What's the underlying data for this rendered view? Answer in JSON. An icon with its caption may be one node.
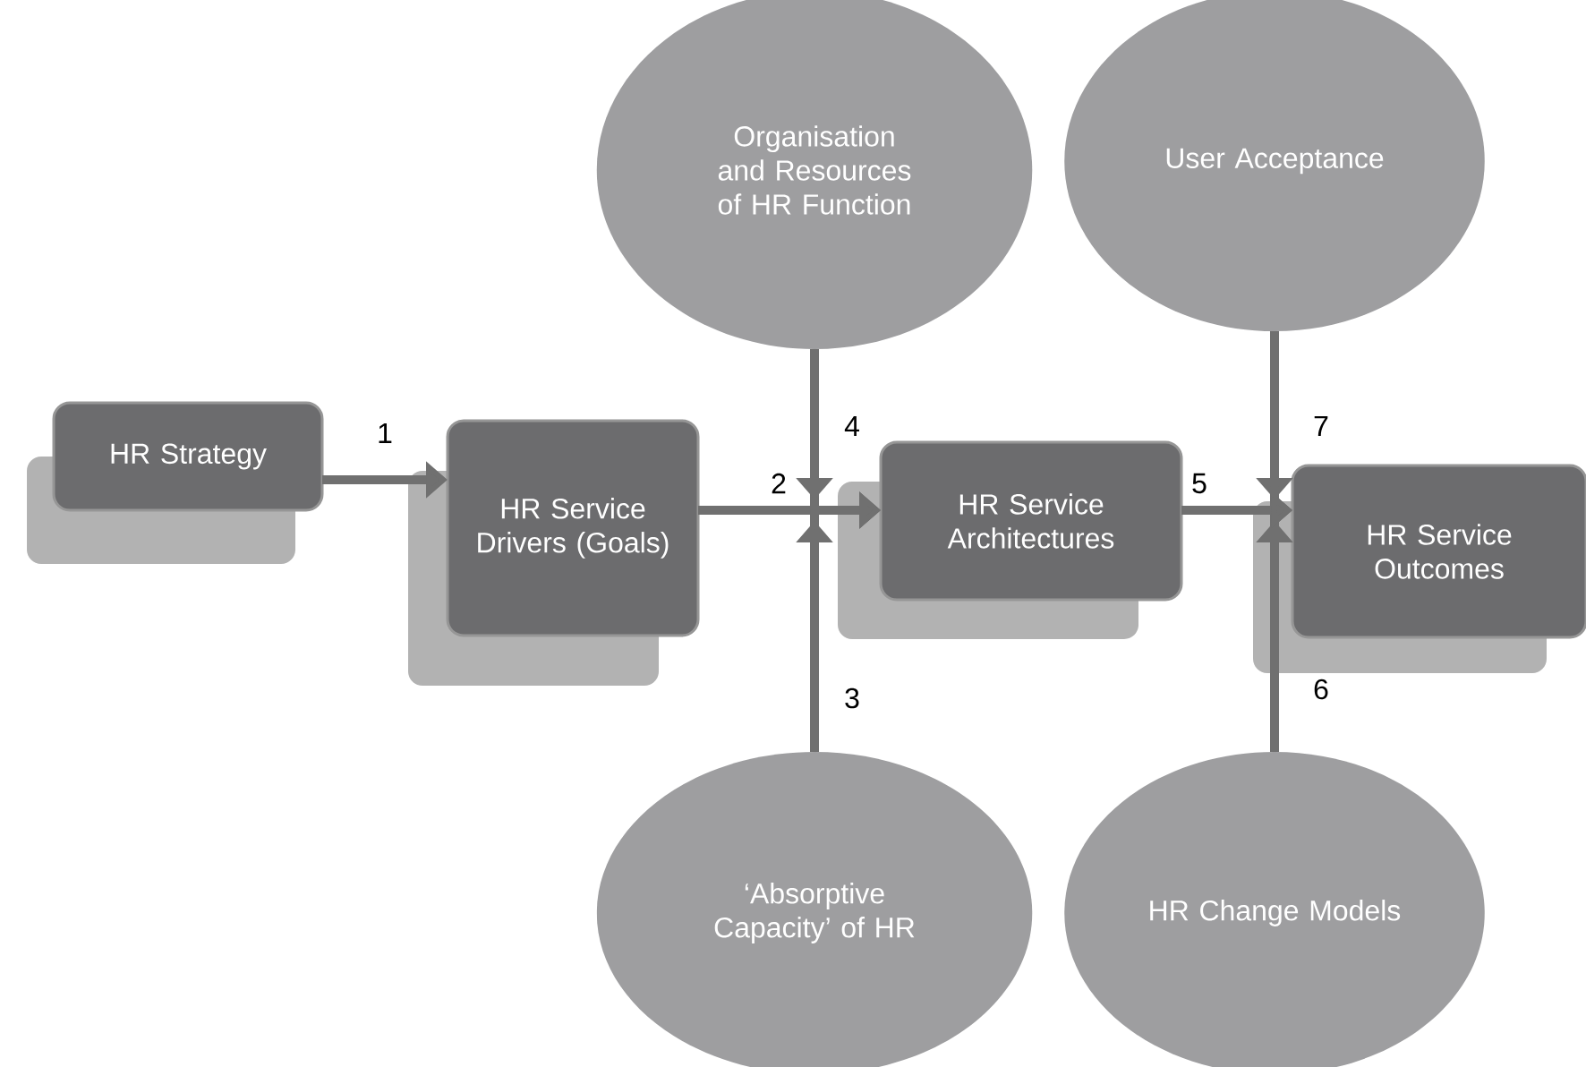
{
  "diagram": {
    "nodes": [
      {
        "text": [
          "HR Strategy"
        ]
      },
      {
        "text": [
          "HR Service Drivers (Goals)"
        ]
      },
      {
        "text": [
          "HR Service Architectures"
        ]
      },
      {
        "text": [
          "HR Service Outcomes"
        ]
      },
      {
        "text": [
          "Organisation and Resources of HR Function"
        ]
      },
      {
        "text": [
          "User Acceptance"
        ]
      },
      {
        "text": [
          "‘Absorptive Capacity’ of HR"
        ]
      },
      {
        "text": [
          "HR Change Models"
        ]
      }
    ],
    "edges": [
      {
        "from": 0,
        "to": 1,
        "arrow": "to",
        "label": "1"
      },
      {
        "from": 1,
        "to": 2,
        "arrow": "to",
        "label": "2"
      },
      {
        "from": 6,
        "to": 2,
        "arrow": "to",
        "label": "3"
      },
      {
        "from": 4,
        "to": 2,
        "arrow": "to",
        "label": "4"
      },
      {
        "from": 2,
        "to": 3,
        "arrow": "to",
        "label": "5"
      },
      {
        "from": 7,
        "to": 3,
        "arrow": "to",
        "label": "6"
      },
      {
        "from": 5,
        "to": 3,
        "arrow": "to",
        "label": "7"
      }
    ]
  }
}
